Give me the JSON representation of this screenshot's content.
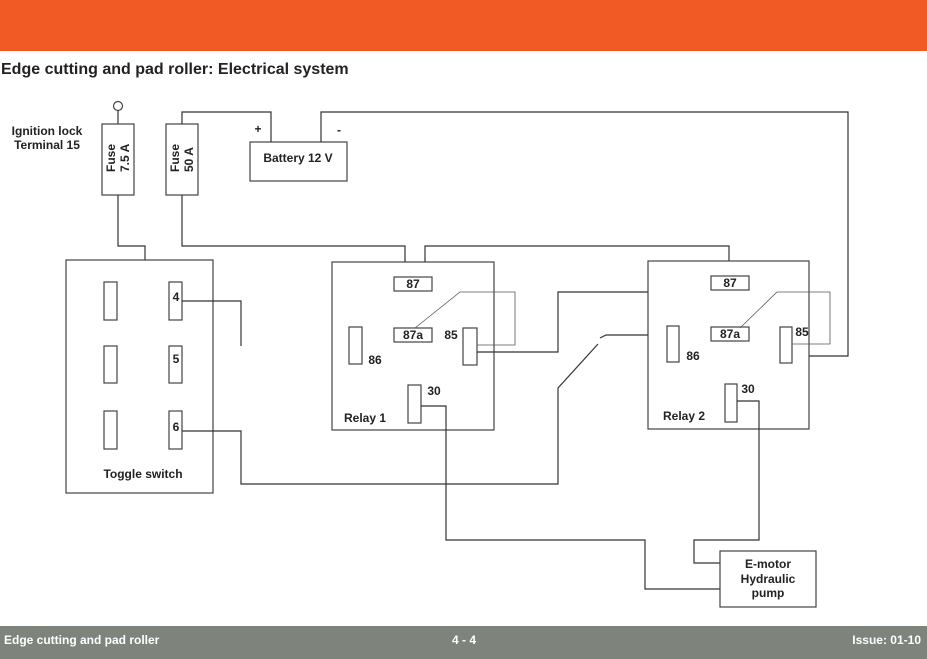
{
  "header": {
    "color": "#f15a24"
  },
  "title": "Edge cutting and pad roller: Electrical system",
  "diagram": {
    "ignition": {
      "line1": "Ignition lock",
      "line2": "Terminal 15"
    },
    "fuse1": {
      "line1": "Fuse",
      "line2": "7.5 A"
    },
    "fuse2": {
      "line1": "Fuse",
      "line2": "50 A"
    },
    "battery": {
      "label": "Battery 12 V",
      "plus": "+",
      "minus": "-"
    },
    "toggle_switch": {
      "label": "Toggle switch",
      "pins": [
        "4",
        "5",
        "6"
      ]
    },
    "relay1": {
      "label": "Relay 1",
      "pins": {
        "p87": "87",
        "p87a": "87a",
        "p85": "85",
        "p86": "86",
        "p30": "30"
      }
    },
    "relay2": {
      "label": "Relay 2",
      "pins": {
        "p87": "87",
        "p87a": "87a",
        "p85": "85",
        "p86": "86",
        "p30": "30"
      }
    },
    "motor": {
      "line1": "E-motor",
      "line2": "Hydraulic",
      "line3": "pump"
    }
  },
  "footer": {
    "left": "Edge cutting and pad roller",
    "center": "4 - 4",
    "right": "Issue: 01-10",
    "color": "#7e847b"
  }
}
